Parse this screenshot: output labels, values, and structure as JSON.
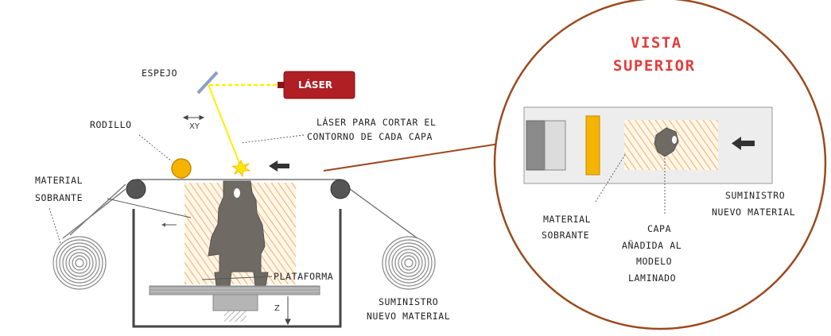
{
  "labels": {
    "espejo": "ESPEJO",
    "laser": "LÁSER",
    "xy": "XY",
    "rodillo": "RODILLO",
    "laser_cut_1": "LÁSER PARA CORTAR EL",
    "laser_cut_2": "CONTORNO DE CADA CAPA",
    "material_sobrante_1": "MATERIAL",
    "material_sobrante_2": "SOBRANTE",
    "plataforma": "PLATAFORMA",
    "z": "Z",
    "suministro_1": "SUMINISTRO",
    "suministro_2": "NUEVO MATERIAL"
  },
  "inset": {
    "title_1": "VISTA",
    "title_2": "SUPERIOR",
    "material_sobrante_1": "MATERIAL",
    "material_sobrante_2": "SOBRANTE",
    "capa_1": "CAPA",
    "capa_2": "AÑADIDA AL",
    "capa_3": "MODELO",
    "capa_4": "LAMINADO",
    "suministro_1": "SUMINISTRO",
    "suministro_2": "NUEVO MATERIAL"
  },
  "colors": {
    "title": "#e23d3d",
    "laser_box": "#b01f24",
    "roller": "#f5b400",
    "beam": "#ffee00",
    "hatch": "#f3b56a",
    "part": "#6f6a63",
    "connector": "#9b4a1e"
  }
}
